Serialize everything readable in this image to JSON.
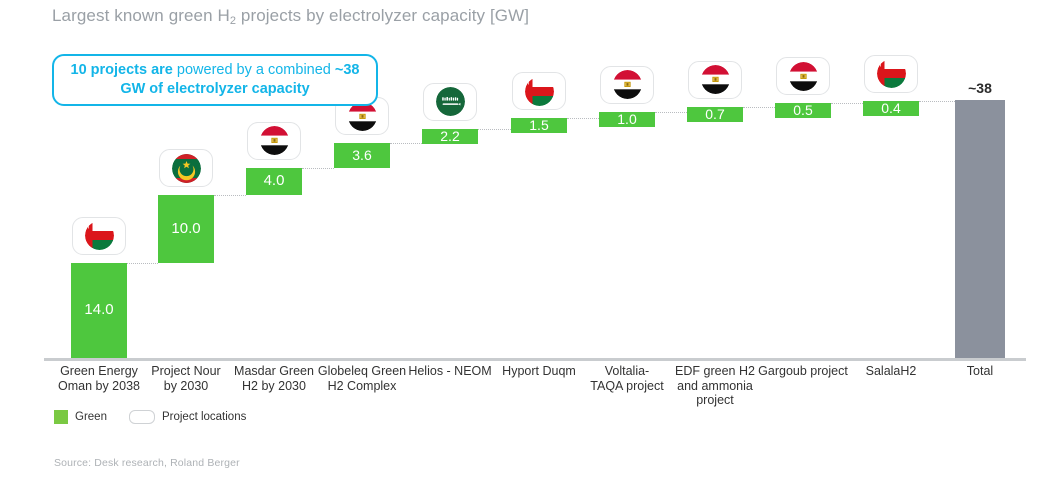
{
  "title": {
    "prefix": "Largest known green H",
    "sub": "2",
    "suffix": " projects by electrolyzer capacity [GW]"
  },
  "callout": {
    "bold1": "10 projects are",
    "normal1": " powered by a combined ",
    "bold2": "~38 GW of electrolyzer capacity",
    "accent_color": "#13b5e8"
  },
  "legend": {
    "items": [
      {
        "label": "Green",
        "swatch": "green"
      },
      {
        "label": "Project locations",
        "swatch": "bubble"
      }
    ]
  },
  "source": {
    "text": "Source: Desk research, Roland Berger"
  },
  "colors": {
    "bar_green": "#4ec73e",
    "total_gray": "#8b919d",
    "accent_cyan": "#13b5e8",
    "title_gray": "#9aa0a6",
    "axis_gray": "#c9cccf"
  },
  "chart_data": {
    "type": "bar",
    "subtype": "waterfall",
    "title": "Largest known green H2 projects by electrolyzer capacity [GW]",
    "xlabel": "",
    "ylabel": "Electrolyzer capacity [GW]",
    "ylim": [
      0,
      38
    ],
    "grid": false,
    "legend_position": "bottom-left",
    "unit": "GW",
    "categories": [
      "Green Energy Oman by 2038",
      "Project Nour by 2030",
      "Masdar Green H2 by 2030",
      "Globeleq Green H2 Complex",
      "Helios - NEOM",
      "Hyport Duqm",
      "Voltalia-TAQA project",
      "EDF green H2 and ammonia project",
      "Gargoub project",
      "SalalaH2",
      "Total"
    ],
    "values": [
      14.0,
      10.0,
      4.0,
      3.6,
      2.2,
      1.5,
      1.0,
      0.7,
      0.5,
      0.4,
      38
    ],
    "value_labels": [
      "14.0",
      "10.0",
      "4.0",
      "3.6",
      "2.2",
      "1.5",
      "1.0",
      "0.7",
      "0.5",
      "0.4",
      "~38"
    ],
    "cumulative_tops": [
      14.0,
      24.0,
      28.0,
      31.6,
      33.8,
      35.3,
      36.3,
      37.0,
      37.5,
      37.9,
      38.0
    ],
    "bar_types": [
      "delta",
      "delta",
      "delta",
      "delta",
      "delta",
      "delta",
      "delta",
      "delta",
      "delta",
      "delta",
      "total"
    ],
    "flags": [
      "Oman",
      "Mauritania",
      "Egypt",
      "Egypt",
      "Saudi Arabia",
      "Oman",
      "Egypt",
      "Egypt",
      "Egypt",
      "Oman",
      null
    ],
    "series": [
      {
        "name": "Green",
        "values": [
          14.0,
          10.0,
          4.0,
          3.6,
          2.2,
          1.5,
          1.0,
          0.7,
          0.5,
          0.4,
          null
        ]
      },
      {
        "name": "Total",
        "values": [
          null,
          null,
          null,
          null,
          null,
          null,
          null,
          null,
          null,
          null,
          38
        ]
      }
    ]
  },
  "categories_wrapped": [
    [
      "Green Energy",
      "Oman by 2038"
    ],
    [
      "Project Nour",
      "by 2030"
    ],
    [
      "Masdar Green",
      "H2 by 2030"
    ],
    [
      "Globeleq Green",
      "H2 Complex"
    ],
    [
      "Helios - NEOM"
    ],
    [
      "Hyport Duqm"
    ],
    [
      "Voltalia-",
      "TAQA project"
    ],
    [
      "EDF green H2",
      "and ammonia",
      "project"
    ],
    [
      "Gargoub project"
    ],
    [
      "SalalaH2"
    ],
    [
      "Total"
    ]
  ]
}
